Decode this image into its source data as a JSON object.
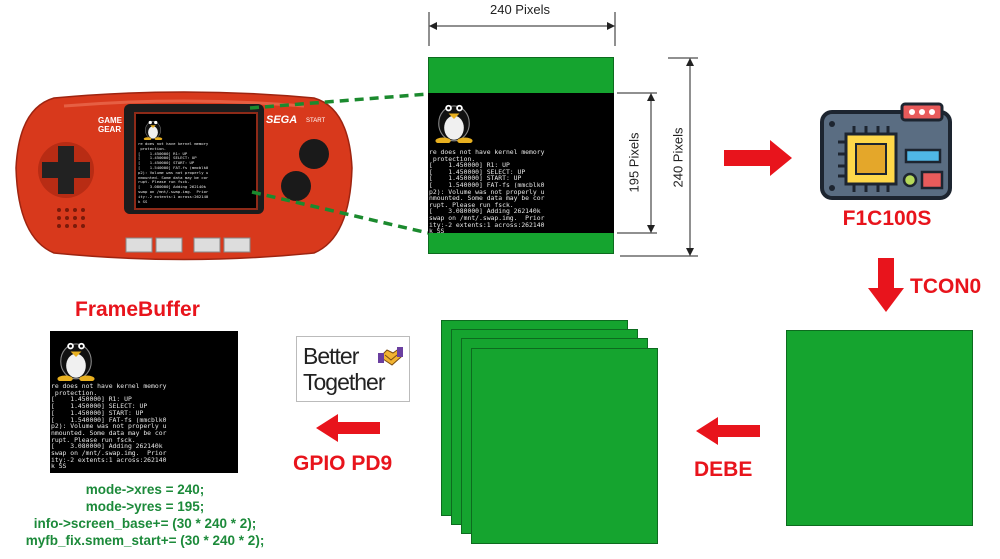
{
  "dimensions": {
    "width_label": "240 Pixels",
    "height_visible_label": "195 Pixels",
    "height_full_label": "240 Pixels"
  },
  "labels": {
    "chip": "F1C100S",
    "tcon": "TCON0",
    "debe": "DEBE",
    "gpio": "GPIO PD9",
    "framebuffer": "FrameBuffer"
  },
  "console_lines": [
    "re does not have kernel memory",
    " protection.",
    "[    1.450000] R1: UP",
    "[    1.450000] SELECT: UP",
    "[    1.450000] START: UP",
    "[    1.540000] FAT-fs (mmcblk0",
    "p2): Volume was not properly u",
    "nmounted. Some data may be cor",
    "rupt. Please run fsck.",
    "[    3.080000] Adding 262140k",
    "swap on /mnt/.swap.img.  Prior",
    "ity:-2 extents:1 across:262140",
    "k SS"
  ],
  "code_lines": [
    "mode->xres = 240;",
    "mode->yres = 195;",
    "info->screen_base+= (30 * 240 * 2);",
    "myfb_fix.smem_start+= (30 * 240 * 2);"
  ],
  "device": {
    "brand": "GAME GEAR",
    "logo": "SEGA",
    "start_label": "START"
  },
  "logo": {
    "line1": "Better",
    "line2": "Together"
  },
  "colors": {
    "green": "#15a42f",
    "red": "#e8141c",
    "code_green": "#1c8a3a",
    "device_red": "#d8391c"
  }
}
